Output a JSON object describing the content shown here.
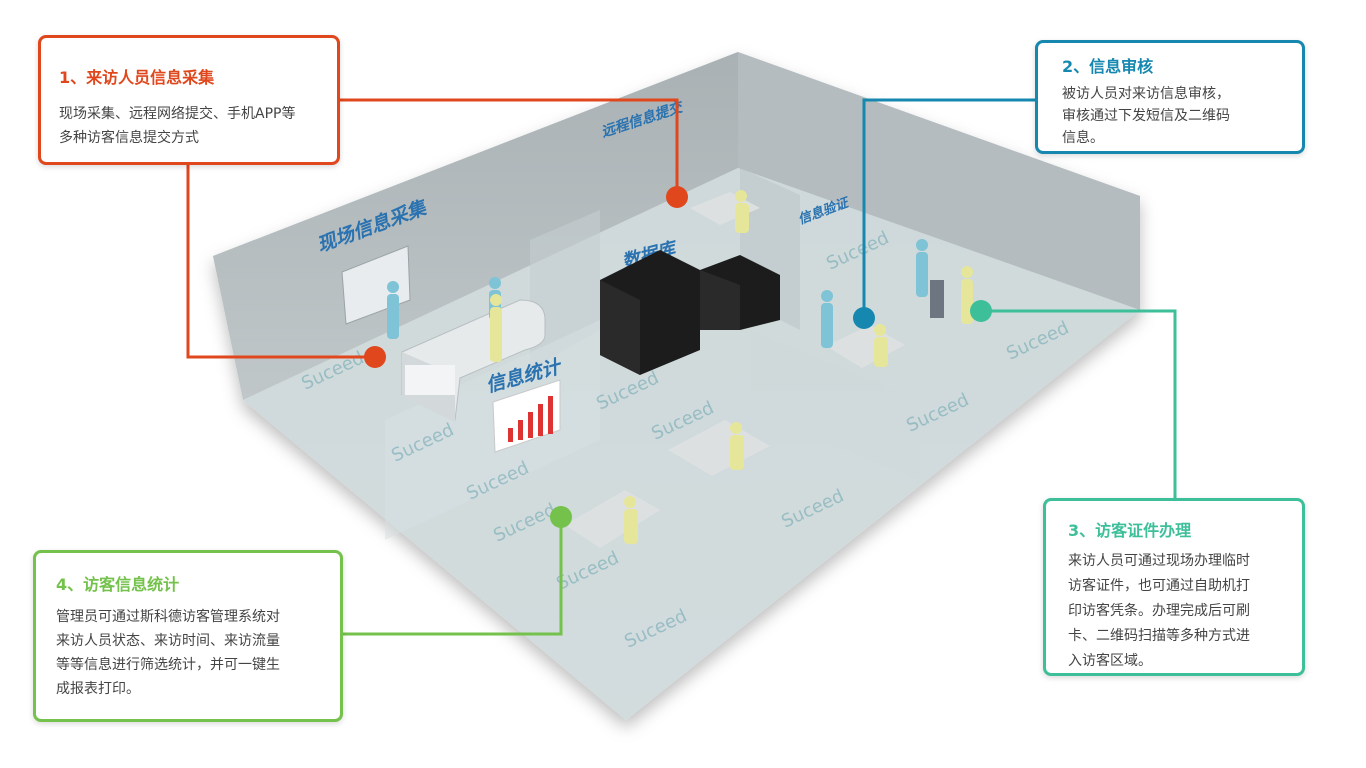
{
  "scene": {
    "wall_labels": [
      "现场信息采集",
      "远程信息提交",
      "数据库",
      "信息验证",
      "信息统计"
    ],
    "watermark": "Suceed"
  },
  "cards": [
    {
      "title": "1、来访人员信息采集",
      "lines": [
        "现场采集、远程网络提交、手机APP等",
        "多种访客信息提交方式"
      ],
      "color": "#e0471c"
    },
    {
      "title": "2、信息审核",
      "lines": [
        "被访人员对来访信息审核，",
        "审核通过下发短信及二维码",
        "信息。"
      ],
      "color": "#1688b0"
    },
    {
      "title": "3、访客证件办理",
      "lines": [
        "来访人员可通过现场办理临时",
        "访客证件，也可通过自助机打",
        "印访客凭条。办理完成后可刷",
        "卡、二维码扫描等多种方式进",
        "入访客区域。"
      ],
      "color": "#3dbf9a"
    },
    {
      "title": "4、访客信息统计",
      "lines": [
        "管理员可通过斯科德访客管理系统对",
        "来访人员状态、来访时间、来访流量",
        "等等信息进行筛选统计，并可一键生",
        "成报表打印。"
      ],
      "color": "#74c14b"
    }
  ]
}
